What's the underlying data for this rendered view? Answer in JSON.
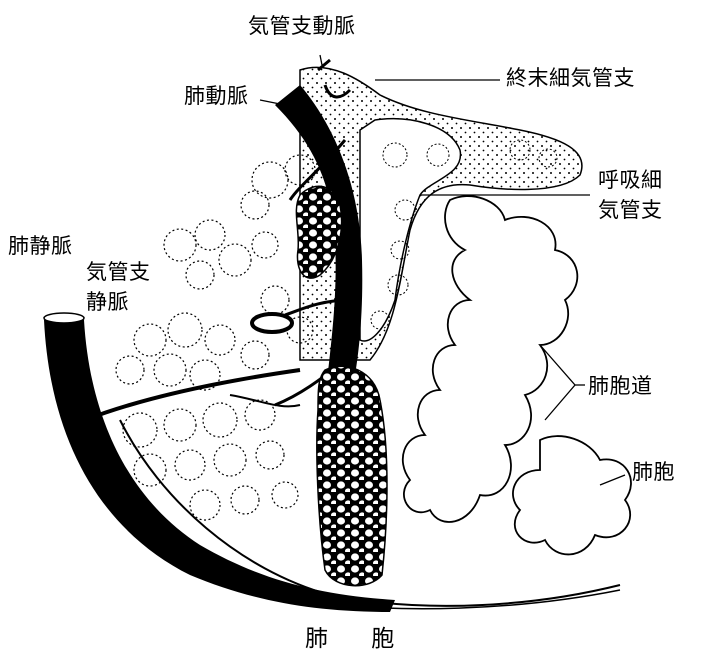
{
  "labels": {
    "bronchial_artery": "気管支動脈",
    "terminal_bronchiole": "終末細気管支",
    "pulmonary_artery": "肺動脈",
    "respiratory_bronchiole_line1": "呼吸細",
    "respiratory_bronchiole_line2": "気管支",
    "pulmonary_vein": "肺静脈",
    "bronchial_vein_line1": "気管支",
    "bronchial_vein_line2": "静脈",
    "alveolar_duct": "肺胞道",
    "alveolus": "肺胞",
    "caption": "肺 胞"
  },
  "colors": {
    "ink": "#000000",
    "paper": "#ffffff"
  }
}
